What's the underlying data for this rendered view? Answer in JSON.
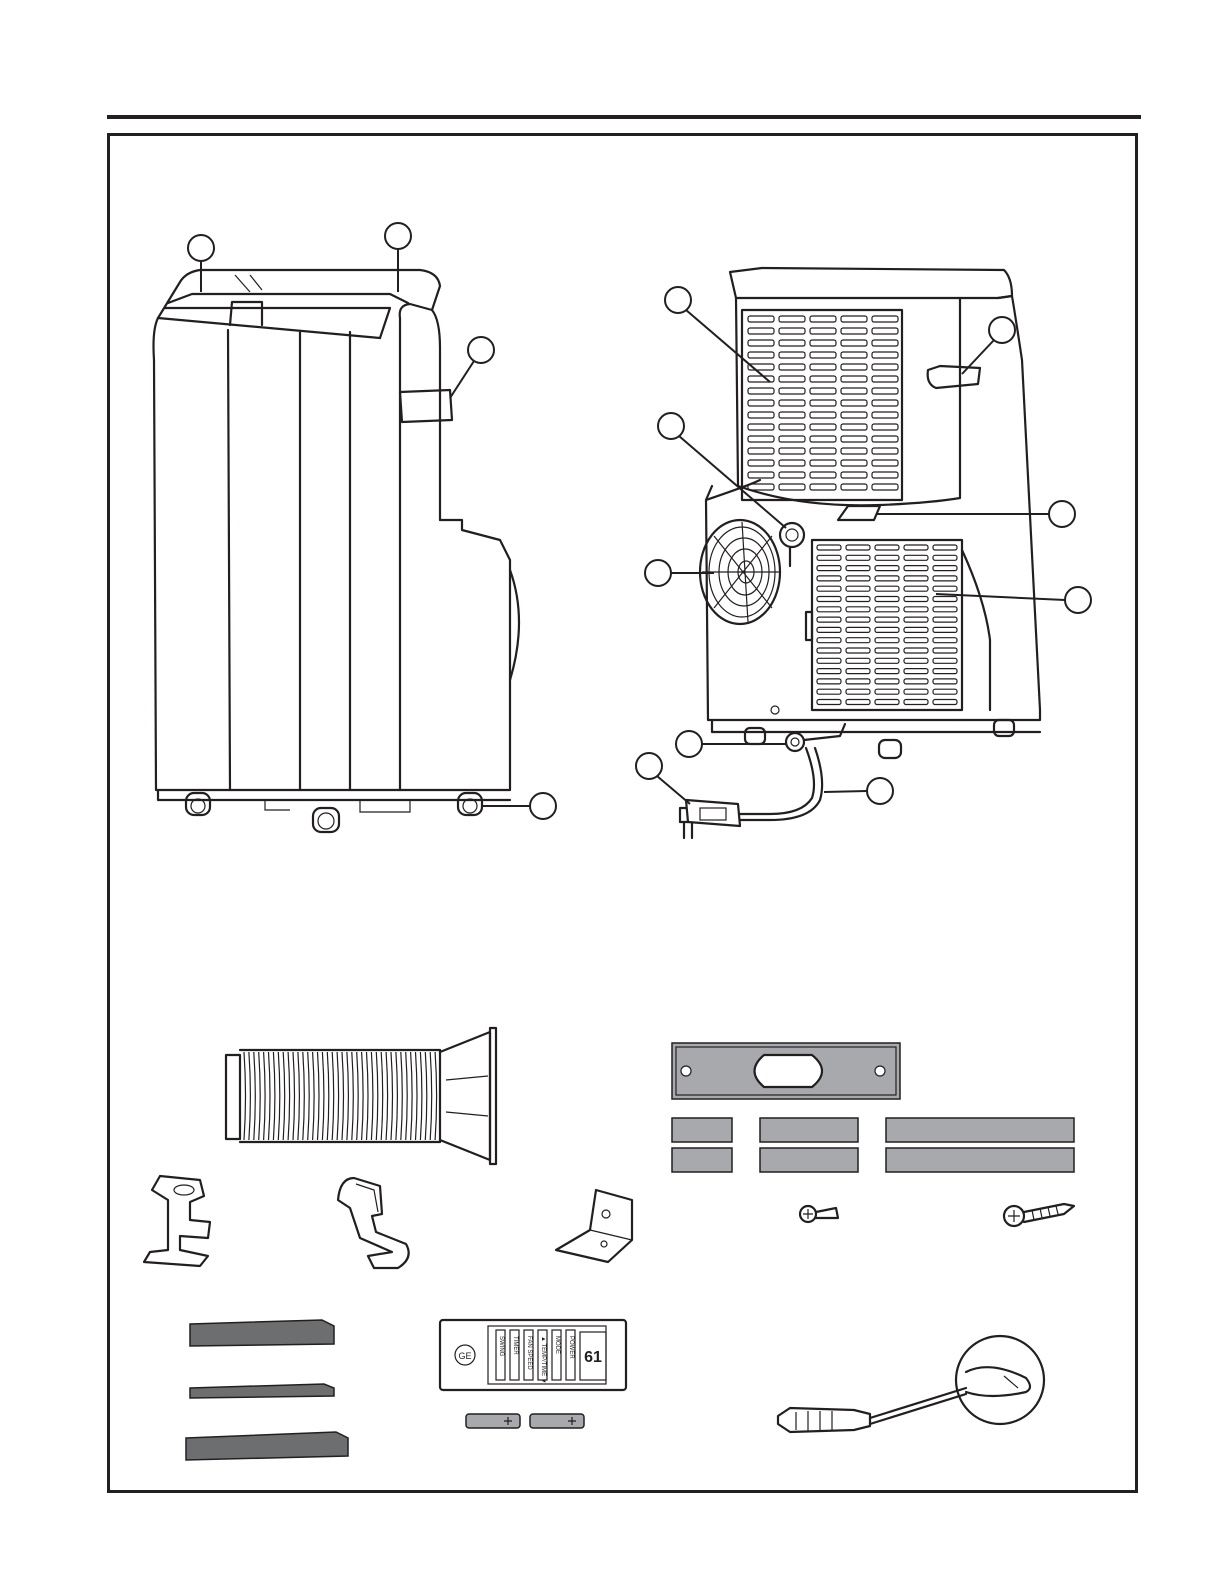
{
  "page": {
    "layout": "parts-and-accessories",
    "colors": {
      "ink": "#231f20",
      "accessory_grey": "#6d6e70",
      "light_grey": "#a7a9ac",
      "paper": "#ffffff"
    }
  },
  "front_view": {
    "callouts": 4,
    "parts": [
      "top-air-outlet-left",
      "top-air-outlet-right",
      "side-carry-handle",
      "caster-wheel"
    ]
  },
  "rear_view": {
    "callouts": 9,
    "parts": [
      "upper-air-inlet-grille",
      "rear-carry-handle",
      "drain-plug",
      "hose-bracket",
      "exhaust-outlet",
      "lower-air-inlet-grille",
      "bottom-drain",
      "power-plug",
      "power-cord"
    ]
  },
  "accessories": {
    "items": [
      "exhaust-hose-with-window-adapter",
      "window-slider-kit",
      "window-slider-extensions",
      "hose-clip",
      "remote-bracket",
      "l-bracket",
      "screw-small",
      "screw-large",
      "foam-seals",
      "remote-control",
      "aaa-batteries",
      "screwdriver"
    ],
    "remote_control": {
      "logo_text": "GE",
      "display_value": "61",
      "keys": [
        "POWER",
        "MODE",
        "▲ TEMP/TIME ▼",
        "FAN SPEED",
        "TIMER",
        "SWING"
      ]
    }
  }
}
